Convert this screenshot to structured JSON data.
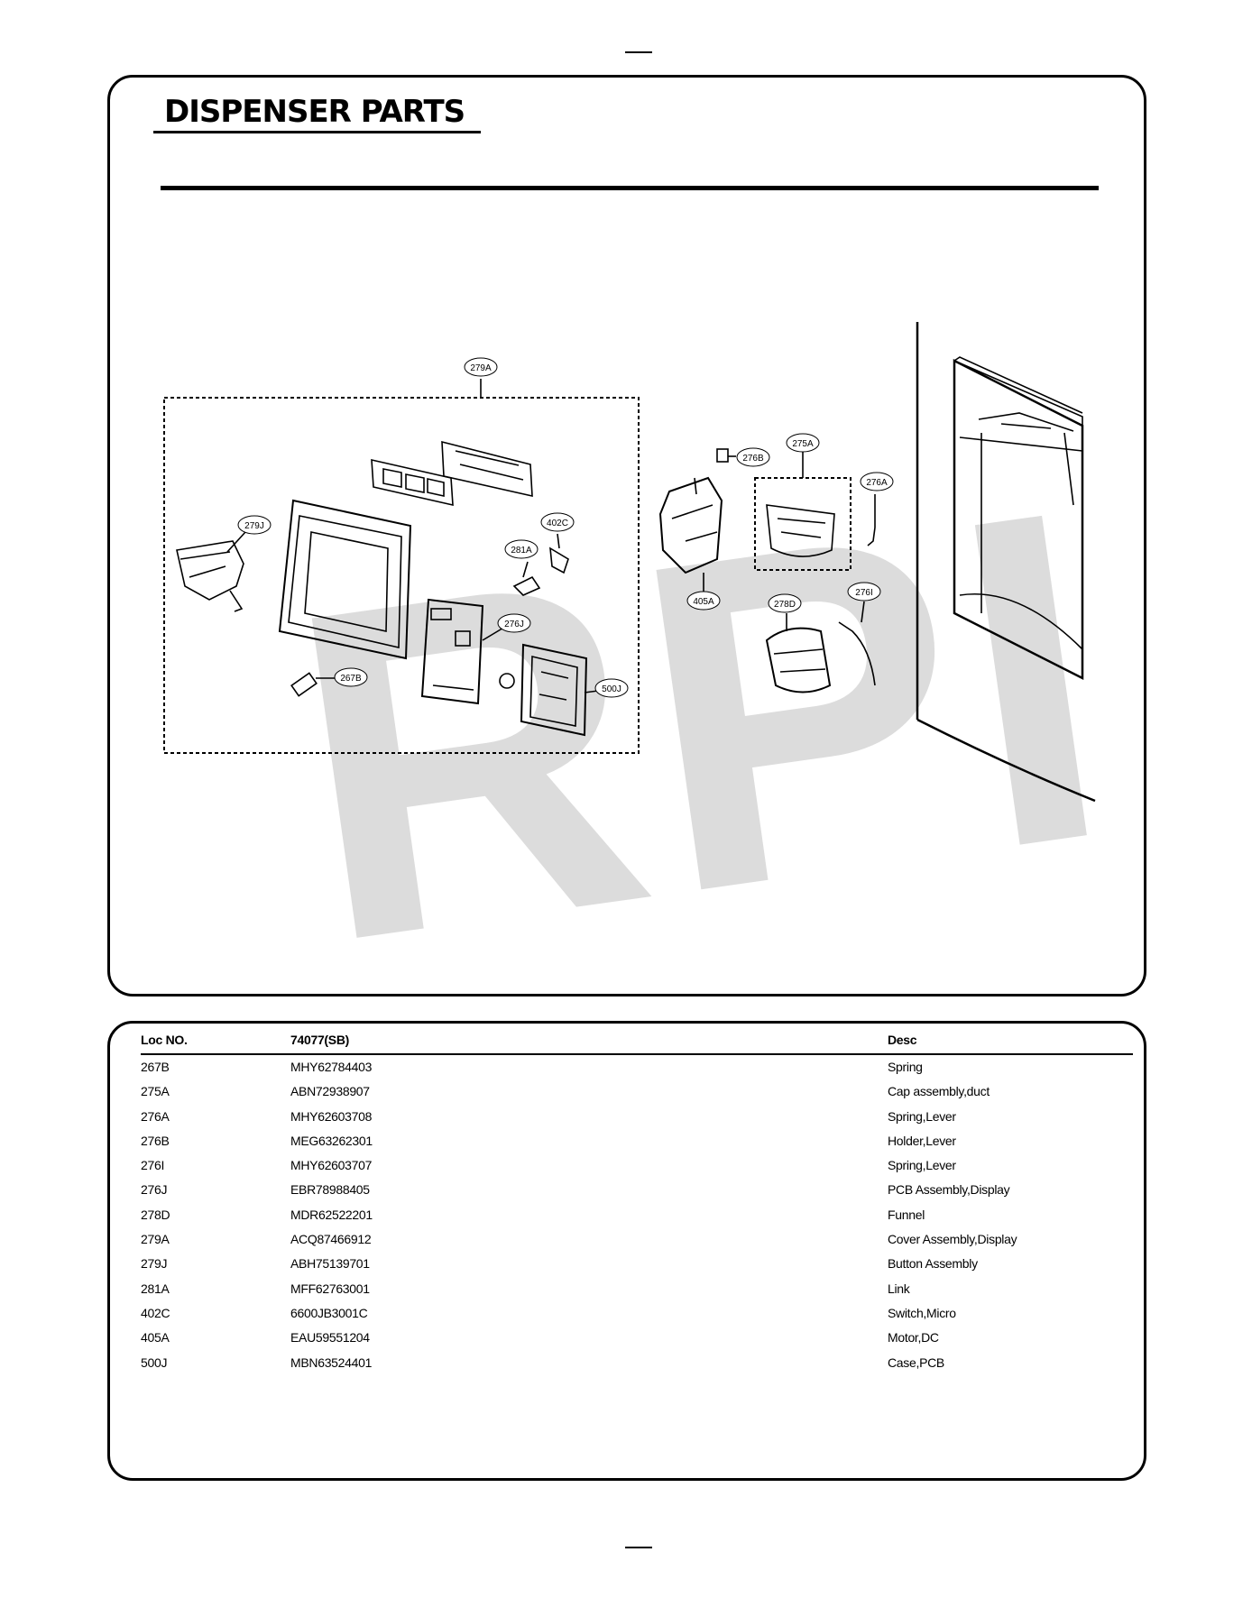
{
  "page": {
    "title": "DISPENSER PARTS",
    "watermark": "RPI"
  },
  "diagram": {
    "callouts": [
      "279A",
      "279J",
      "281A",
      "402C",
      "276J",
      "267B",
      "500J",
      "276B",
      "275A",
      "276A",
      "405A",
      "278D",
      "276I"
    ]
  },
  "parts_table": {
    "headers": {
      "loc": "Loc NO.",
      "model": "74077(SB)",
      "desc": "Desc"
    },
    "rows": [
      {
        "loc": "267B",
        "part": "MHY62784403",
        "desc": "Spring"
      },
      {
        "loc": "275A",
        "part": "ABN72938907",
        "desc": "Cap assembly,duct"
      },
      {
        "loc": "276A",
        "part": "MHY62603708",
        "desc": "Spring,Lever"
      },
      {
        "loc": "276B",
        "part": "MEG63262301",
        "desc": "Holder,Lever"
      },
      {
        "loc": "276I",
        "part": "MHY62603707",
        "desc": "Spring,Lever"
      },
      {
        "loc": "276J",
        "part": "EBR78988405",
        "desc": "PCB Assembly,Display"
      },
      {
        "loc": "278D",
        "part": "MDR62522201",
        "desc": "Funnel"
      },
      {
        "loc": "279A",
        "part": "ACQ87466912",
        "desc": "Cover Assembly,Display"
      },
      {
        "loc": "279J",
        "part": "ABH75139701",
        "desc": "Button Assembly"
      },
      {
        "loc": "281A",
        "part": "MFF62763001",
        "desc": "Link"
      },
      {
        "loc": "402C",
        "part": "6600JB3001C",
        "desc": "Switch,Micro"
      },
      {
        "loc": "405A",
        "part": "EAU59551204",
        "desc": "Motor,DC"
      },
      {
        "loc": "500J",
        "part": "MBN63524401",
        "desc": "Case,PCB"
      }
    ]
  }
}
